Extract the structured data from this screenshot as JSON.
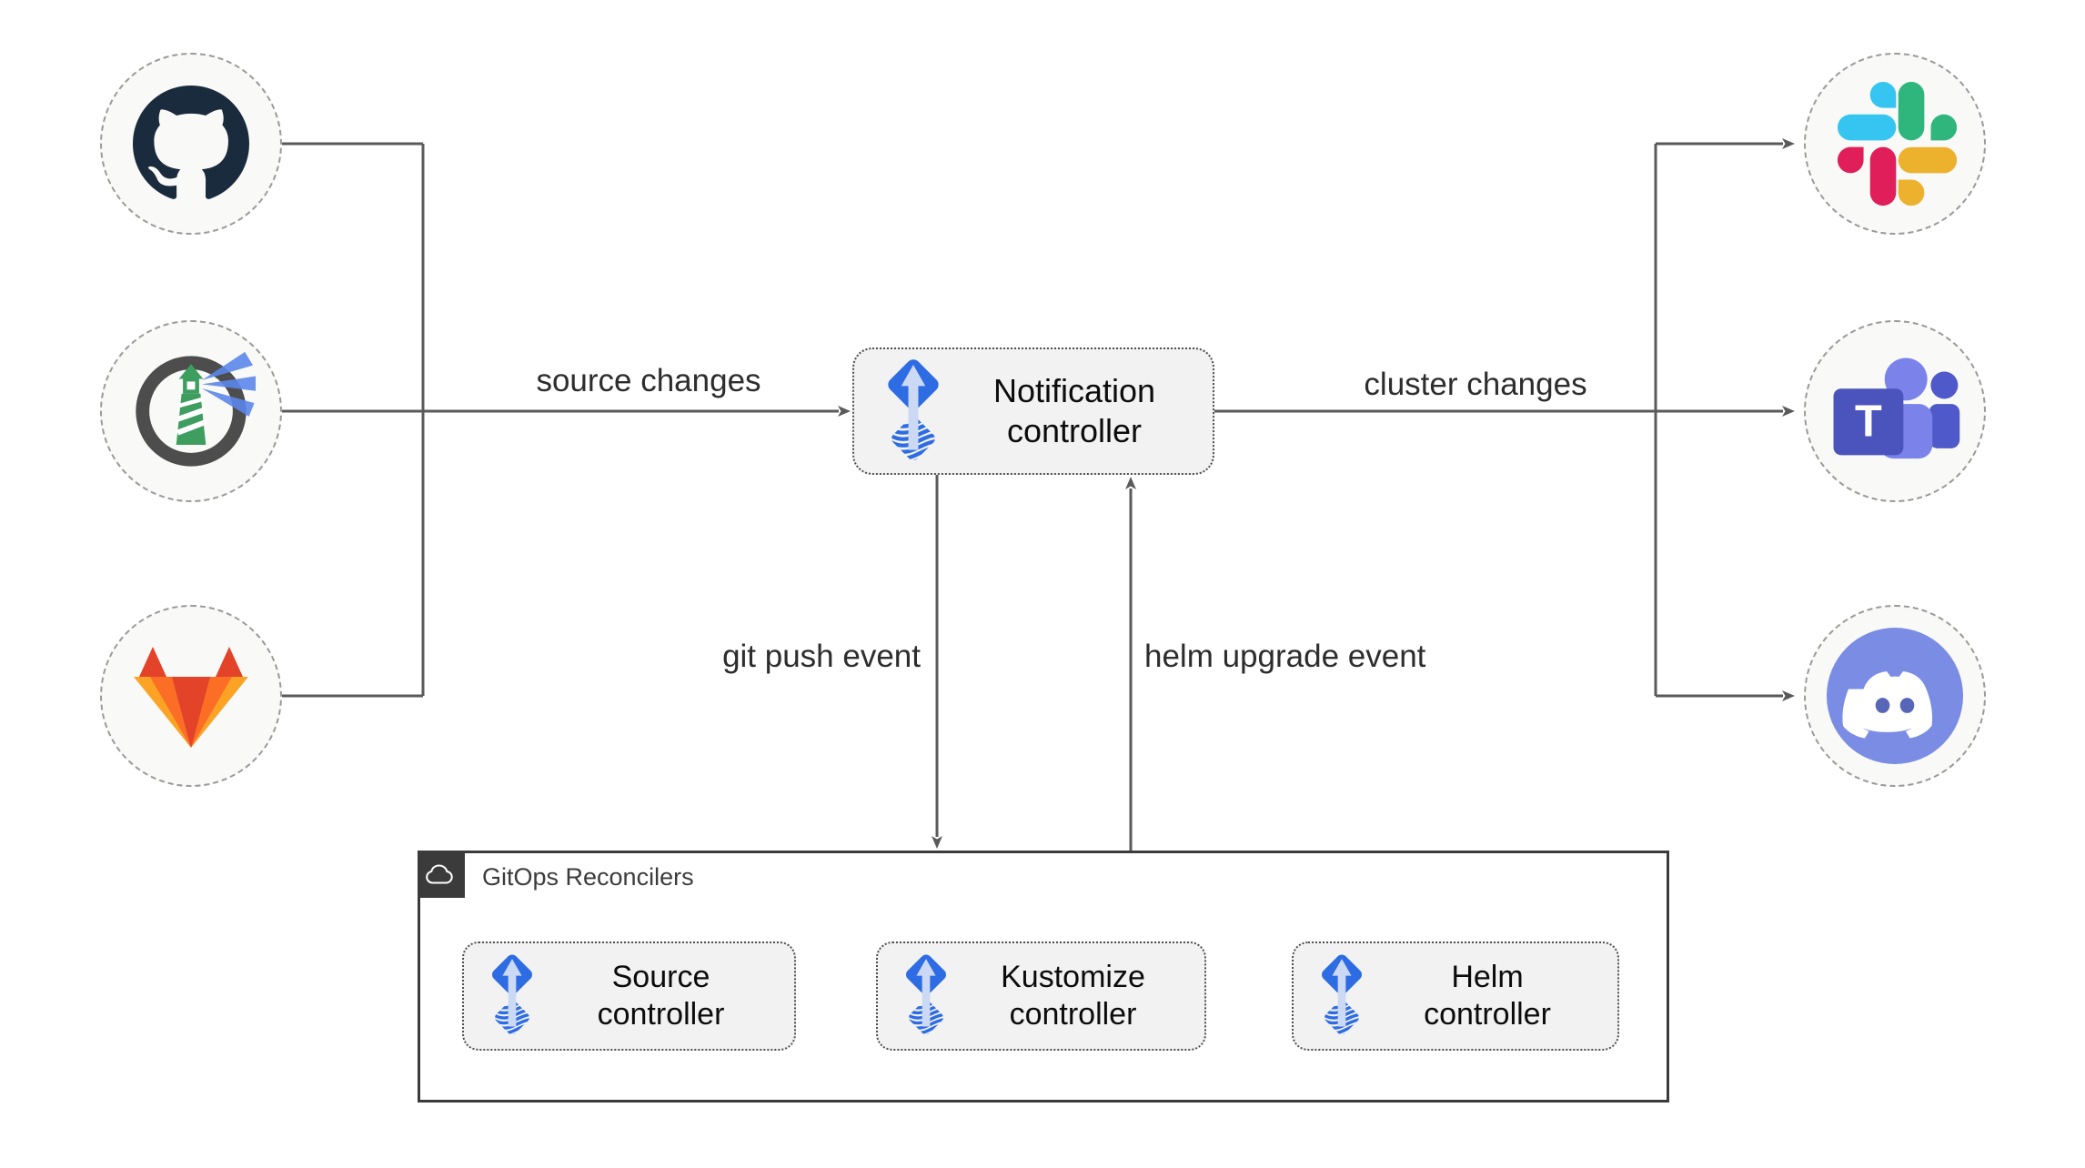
{
  "edges": {
    "source_changes": "source changes",
    "cluster_changes": "cluster changes",
    "git_push_event": "git push event",
    "helm_upgrade_event": "helm upgrade event"
  },
  "notification_controller": {
    "line1": "Notification",
    "line2": "controller"
  },
  "gitops_reconcilers": {
    "title": "GitOps Reconcilers",
    "controllers": [
      {
        "line1": "Source",
        "line2": "controller"
      },
      {
        "line1": "Kustomize",
        "line2": "controller"
      },
      {
        "line1": "Helm",
        "line2": "controller"
      }
    ]
  },
  "integrations": {
    "sources": [
      "github-icon",
      "harbor-icon",
      "gitlab-icon"
    ],
    "notifiers": [
      "slack-icon",
      "microsoft-teams-icon",
      "discord-icon"
    ]
  },
  "teams_logo_letter": "T",
  "colors": {
    "flux_blue": "#2e6ce4",
    "flux_arrow_light": "#ccd9f4",
    "connector_gray": "#5a5a5a",
    "box_fill": "#f2f2f2",
    "circle_fill": "#f9f9f7",
    "reconcilers_border": "#3b3b3b",
    "github_dark": "#1b2b3e",
    "harbor_gray": "#4d4d4d",
    "harbor_green": "#3e9e5f",
    "harbor_beam_blue": "#5b86ea",
    "gitlab_red": "#e24329",
    "gitlab_orange": "#fc6d26",
    "gitlab_yellow": "#fca326",
    "slack_blue": "#36c5f0",
    "slack_green": "#2eb67d",
    "slack_red": "#e01e5a",
    "slack_yellow": "#ecb22e",
    "teams_purple": "#4b53bc",
    "teams_light_purple": "#7b83eb",
    "teams_mid_purple": "#5059c9",
    "discord_blurple": "#7b8ce4"
  }
}
